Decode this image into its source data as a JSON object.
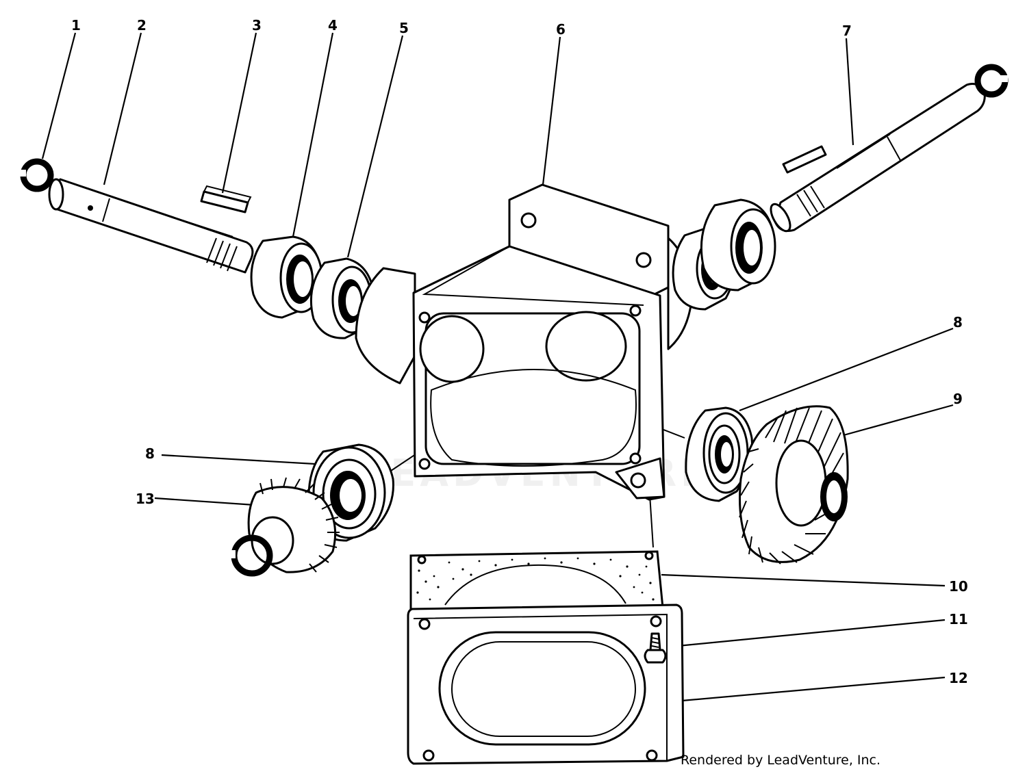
{
  "diagram": {
    "callouts": {
      "c1": "1",
      "c2": "2",
      "c3": "3",
      "c4": "4",
      "c5": "5",
      "c6": "6",
      "c7": "7",
      "c8a": "8",
      "c8b": "8",
      "c9": "9",
      "c10": "10",
      "c11": "11",
      "c12": "12",
      "c13": "13"
    },
    "watermark": "LEADVENTURE",
    "credit": "Rendered by LeadVenture, Inc."
  },
  "colors": {
    "ink": "#000000",
    "paper": "#ffffff"
  }
}
